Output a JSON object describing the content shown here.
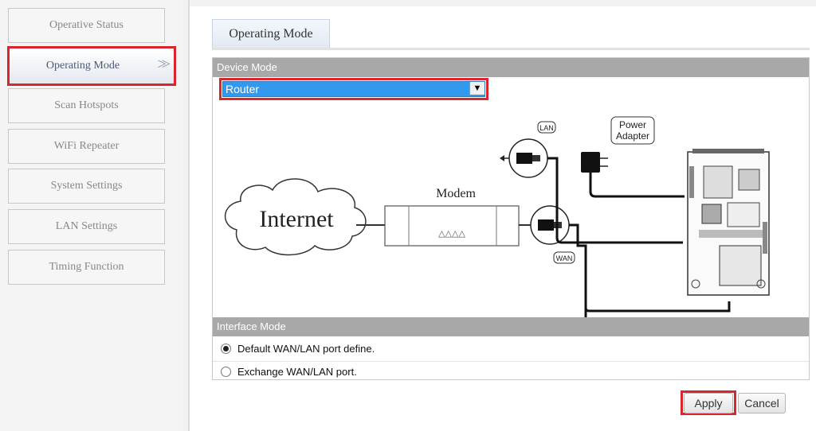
{
  "sidebar": {
    "items": [
      {
        "label": "Operative Status"
      },
      {
        "label": "Operating Mode",
        "chevron": ">>"
      },
      {
        "label": "Scan Hotspots"
      },
      {
        "label": "WiFi Repeater"
      },
      {
        "label": "System Settings"
      },
      {
        "label": "LAN Settings"
      },
      {
        "label": "Timing Function"
      }
    ]
  },
  "main": {
    "tab_label": "Operating Mode",
    "device_mode": {
      "header": "Device Mode",
      "selected": "Router",
      "arrow": "▼"
    },
    "diagram": {
      "internet": "Internet",
      "modem": "Modem",
      "lan_tag": "LAN",
      "wan_tag": "WAN",
      "power_line1": "Power",
      "power_line2": "Adapter"
    },
    "interface_mode": {
      "header": "Interface Mode",
      "options": [
        {
          "label": "Default WAN/LAN port define.",
          "checked": true
        },
        {
          "label": "Exchange WAN/LAN port.",
          "checked": false
        }
      ]
    },
    "buttons": {
      "apply": "Apply",
      "cancel": "Cancel"
    }
  },
  "colors": {
    "highlight_red": "#d9262c",
    "select_blue": "#3399ee",
    "header_gray": "#a8a8a8"
  }
}
